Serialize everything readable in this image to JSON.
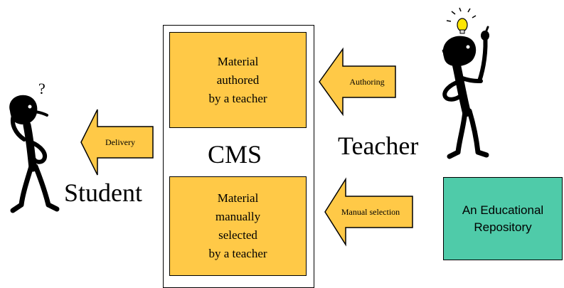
{
  "cms": {
    "label": "CMS",
    "box_top": "Material\nauthored\nby a teacher",
    "box_bottom": "Material\nmanually\nselected\nby a teacher"
  },
  "teacher": {
    "label": "Teacher"
  },
  "student": {
    "label": "Student"
  },
  "repository": {
    "label": "An Educational\nRepository"
  },
  "arrows": {
    "authoring": "Authoring",
    "manual_selection": "Manual selection",
    "delivery": "Delivery"
  },
  "marks": {
    "question": "?"
  },
  "colors": {
    "material_box": "#ffc947",
    "arrow_fill": "#ffc947",
    "repository_fill": "#4fcba9",
    "bulb": "#ffe600"
  }
}
